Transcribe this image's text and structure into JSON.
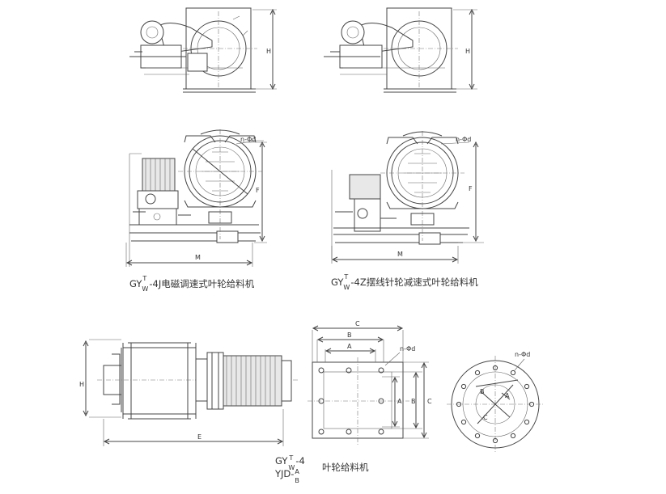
{
  "dimension_labels": {
    "H": "H",
    "F": "F",
    "M": "M",
    "E": "E",
    "A": "A",
    "B": "B",
    "C": "C",
    "holes": "n-Φd"
  },
  "captions": {
    "electromagnetic": {
      "prefix": "GY",
      "sup": "T",
      "sub": "W",
      "suffix": "-4J电磁调速式叶轮给料机"
    },
    "cycloid": {
      "prefix": "GY",
      "sup": "T",
      "sub": "W",
      "suffix": "-4Z摆线针轮减速式叶轮给料机"
    },
    "standard": {
      "line1_prefix": "GY",
      "line1_sup": "T",
      "line1_sub": "W",
      "line1_suffix": "-4",
      "line2_prefix": "YJD-",
      "line2_sup": "A",
      "line2_sub": "B",
      "name": "叶轮给料机"
    }
  }
}
